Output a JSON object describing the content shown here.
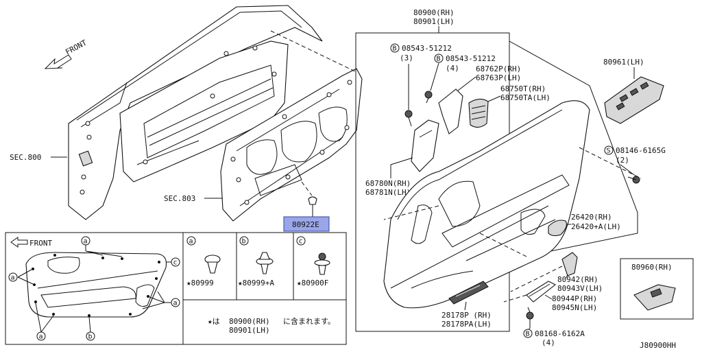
{
  "diagram": {
    "code": "J80900HH",
    "front_label": "FRONT",
    "sec_labels": {
      "sec800": "SEC.800",
      "sec803": "SEC.803"
    },
    "highlight_color": "#9aa6e8",
    "highlight_label": "80922E",
    "parts": {
      "p80900_rh": "80900(RH)",
      "p80901_lh": "80901(LH)",
      "bolt_b1": "08543-51212",
      "bolt_b1_qty": "(3)",
      "bolt_b2": "08543-51212",
      "bolt_b2_qty": "(4)",
      "p68762p": "68762P(RH)",
      "p68763p": "68763P(LH)",
      "p68750t": "68750T(RH)",
      "p68750ta": "68750TA(LH)",
      "p80961": "80961(LH)",
      "screw_s": "08146-6165G",
      "screw_s_qty": "(2)",
      "p68780n": "68780N(RH)",
      "p68781n": "68781N(LH)",
      "p26420": "26420(RH)",
      "p26420a": "26420+A(LH)",
      "p80960": "80960(RH)",
      "p80942": "80942(RH)",
      "p80943v": "80943V(LH)",
      "p80944p": "80944P(RH)",
      "p80945n": "80945N(LH)",
      "p28178p": "28178P (RH)",
      "p28178pa": "28178PA(LH)",
      "bolt_b3": "08168-6162A",
      "bolt_b3_qty": "(4)"
    },
    "markers": {
      "a": "a",
      "b": "b",
      "c": "c",
      "B": "B",
      "S": "S"
    },
    "clips": {
      "a_part": "★80999",
      "b_part": "★80999+A",
      "c_part": "★80900F"
    },
    "note": {
      "line1_part": "80900(RH)",
      "line1_text": "に含まれます。",
      "line1_prefix": "★は",
      "line2_part": "80901(LH)"
    }
  }
}
